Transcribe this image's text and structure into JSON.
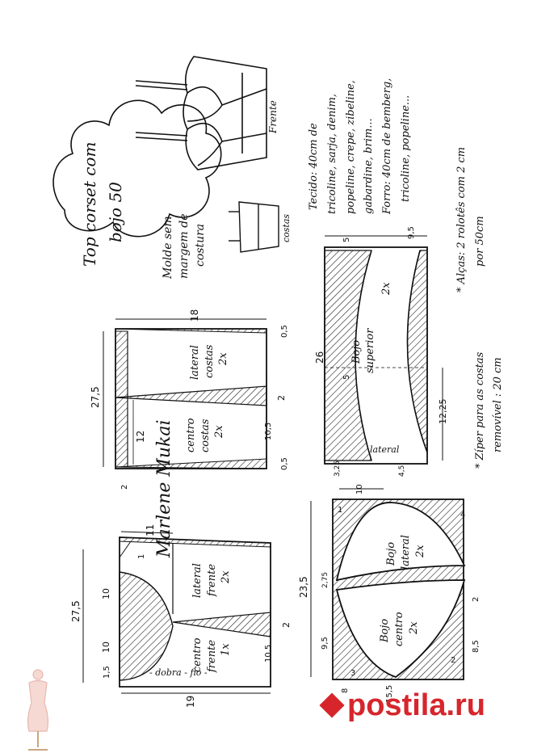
{
  "title": {
    "line1": "Top corset com",
    "line2": "bojo  50"
  },
  "pattern_note": {
    "line1": "Molde  sem",
    "line2": "margem de",
    "line3": "costura"
  },
  "views": {
    "front": "Frente",
    "back": "costas"
  },
  "materials": {
    "line1": "Tecido: 40cm  de",
    "line2": "tricoline, sarja, denim,",
    "line3": "popeline, crepe, zibeline,",
    "line4": "gabardine, brim...",
    "line5": "Forro: 40cm  de  bemberg,",
    "line6": "tricoline, popeline..."
  },
  "notes": {
    "straps_line1": "* Alças: 2 rolotês com 2 cm",
    "straps_line2": "por 50cm",
    "zipper_line1": "* Zíper para as costas",
    "zipper_line2": "removível : 20 cm"
  },
  "signature": "Marlene Mukai",
  "watermark": "postila.ru",
  "pieces": {
    "lateral_costas": {
      "l1": "lateral",
      "l2": "costas",
      "l3": "2x"
    },
    "centro_costas": {
      "l1": "centro",
      "l2": "costas",
      "l3": "2x"
    },
    "lateral_frente": {
      "l1": "lateral",
      "l2": "frente",
      "l3": "2x"
    },
    "centro_frente": {
      "l1": "centro",
      "l2": "frente",
      "l3": "1x"
    },
    "fold": "- dobra - fio -",
    "bojo_superior": {
      "l1": "Bojo",
      "l2": "superior",
      "l3": "2x"
    },
    "bojo_lateral": {
      "l1": "Bojo",
      "l2": "lateral",
      "l3": "2x"
    },
    "bojo_centro": {
      "l1": "Bojo",
      "l2": "centro",
      "l3": "2x"
    },
    "lateral_small": "lateral"
  },
  "measures": {
    "back_height": "27,5",
    "back_top": "18",
    "back_side": "12",
    "back_r1": "0,5",
    "back_r2": "2",
    "back_r3": "10,5",
    "back_r4": "0,5",
    "back_left": "2",
    "front_height": "27,5",
    "front_top": "11",
    "front_bot": "19",
    "front_l1": "1",
    "front_l2": "10",
    "front_l3": "10",
    "front_l4": "1,5",
    "front_r1": "2",
    "front_r2": "10,5",
    "sup_width": "26",
    "sup_r1": "5",
    "sup_r2": "9,5",
    "sup_mid": "5",
    "sup_bot": "12,25",
    "sup_l1": "3,25",
    "sup_l2": "4,5",
    "cup_height": "23,5",
    "cup_top": "10",
    "cup_m1": "2,75",
    "cup_m2": "2",
    "cup_l": "9,5",
    "cup_b1": "8",
    "cup_b2": "15,5",
    "cup_r": "8,5",
    "pt1": "1",
    "pt2": "2",
    "pt3": "3",
    "pt4": "4"
  }
}
